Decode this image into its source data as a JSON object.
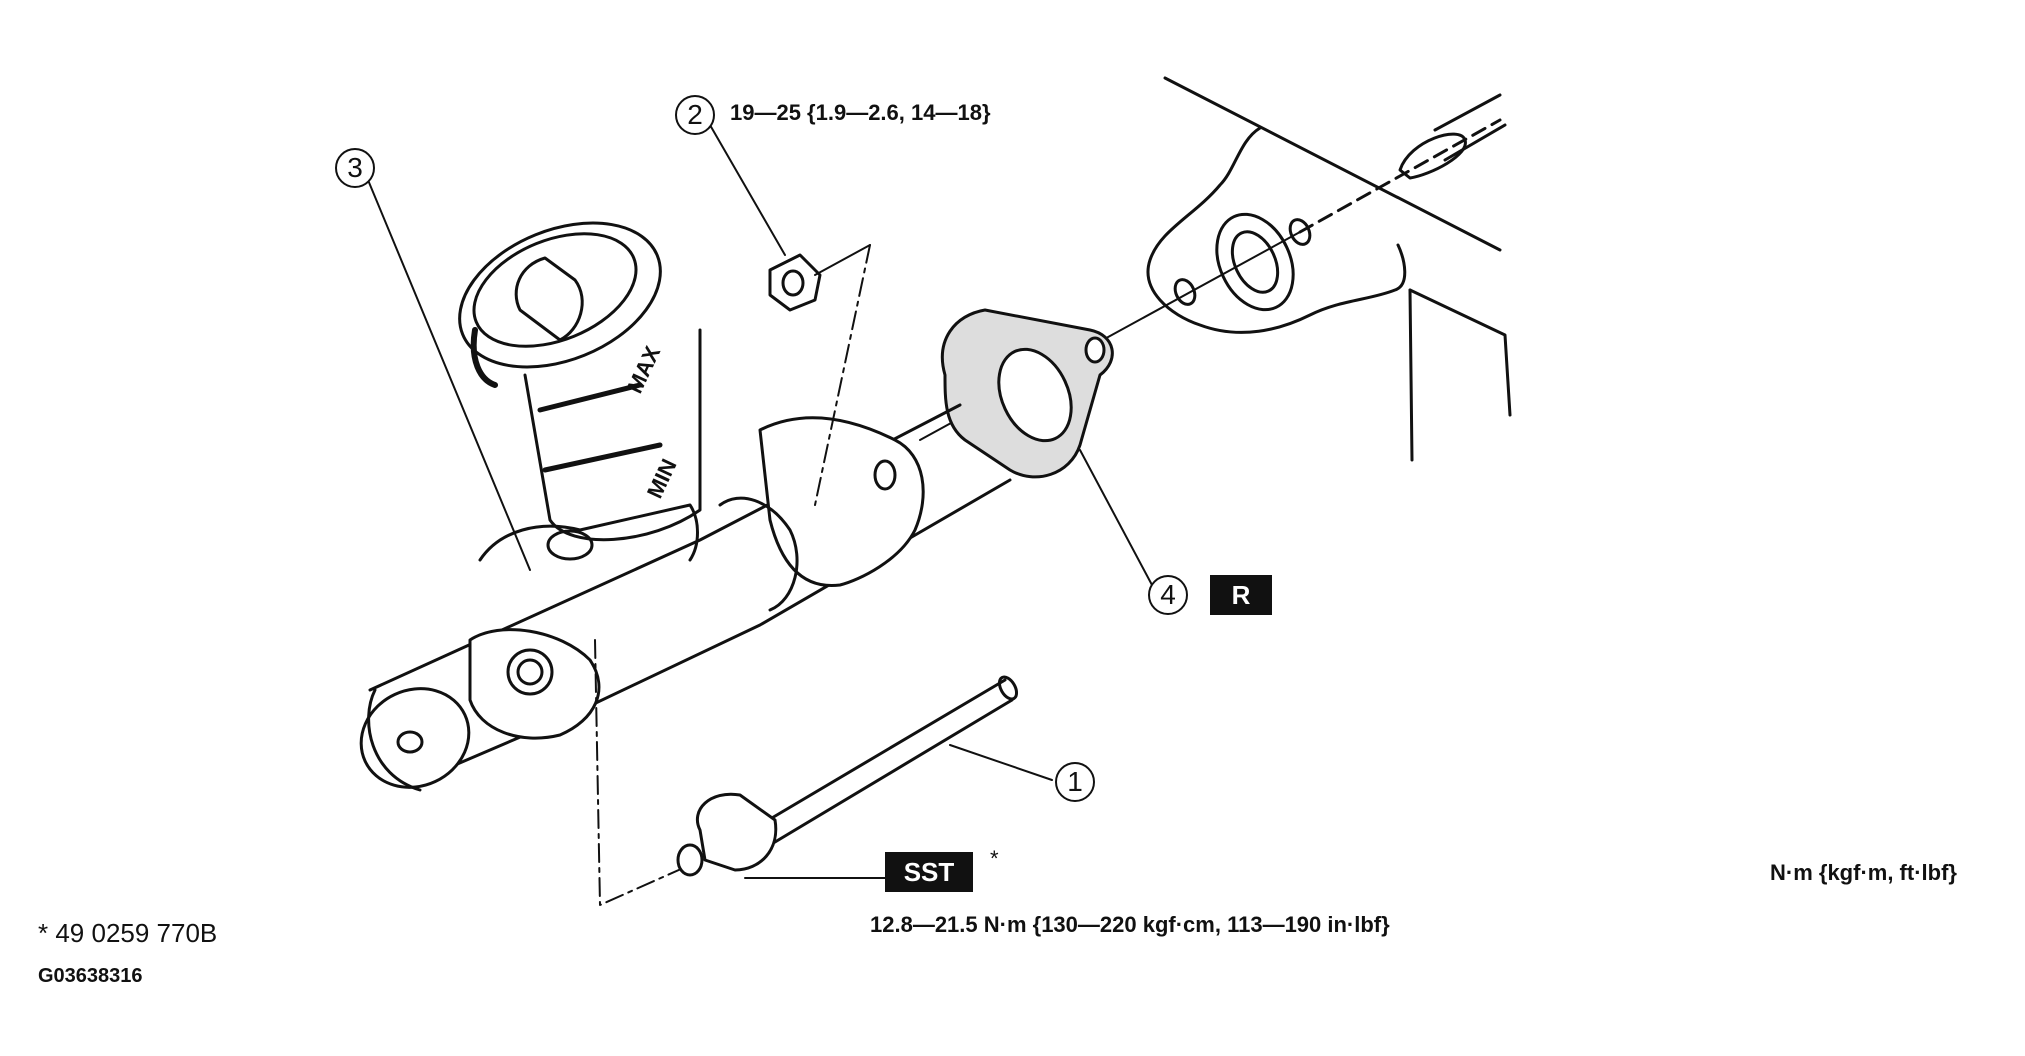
{
  "callouts": {
    "part1": "1",
    "part2": "2",
    "part3": "3",
    "part4": "4"
  },
  "torque": {
    "nut_spec": "19—25 {1.9—2.6, 14—18}",
    "pipe_spec": "12.8—21.5 N·m {130—220 kgf·cm, 113—190 in·lbf}"
  },
  "badges": {
    "replace": "R",
    "sst": "SST",
    "sst_asterisk": "*"
  },
  "reservoir_marks": {
    "max": "MAX",
    "min": "MIN"
  },
  "legend": {
    "units": "N·m {kgf·m, ft·lbf}",
    "sst_note": "* 49 0259 770B",
    "figure_id": "G03638316"
  }
}
